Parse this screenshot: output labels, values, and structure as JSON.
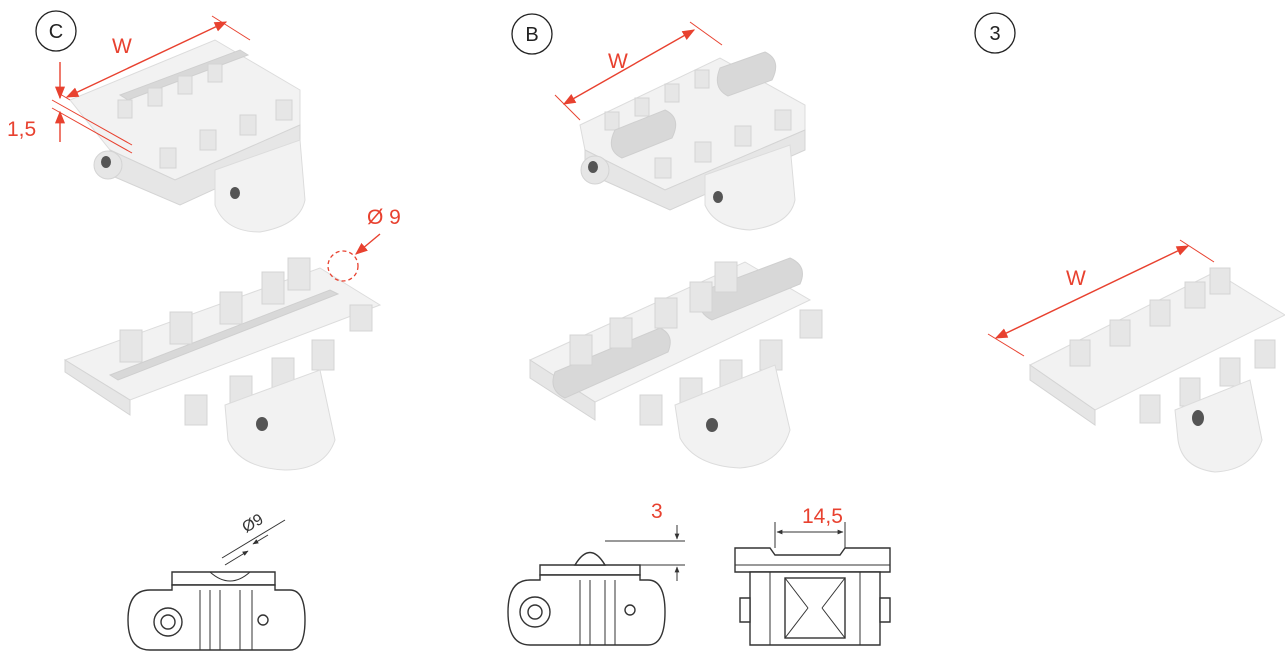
{
  "variants": [
    {
      "id": "C",
      "width_label": "W",
      "thickness_label": "1,5",
      "diameter_label": "Ø 9",
      "drawing_diameter_label": "Ø9"
    },
    {
      "id": "B",
      "width_label": "W",
      "height_label": "3",
      "spacing_label": "14,5"
    },
    {
      "id": "3",
      "width_label": "W"
    }
  ],
  "colors": {
    "dimension": "#e8412f",
    "part": "#f2f2f2",
    "line": "#333333"
  }
}
